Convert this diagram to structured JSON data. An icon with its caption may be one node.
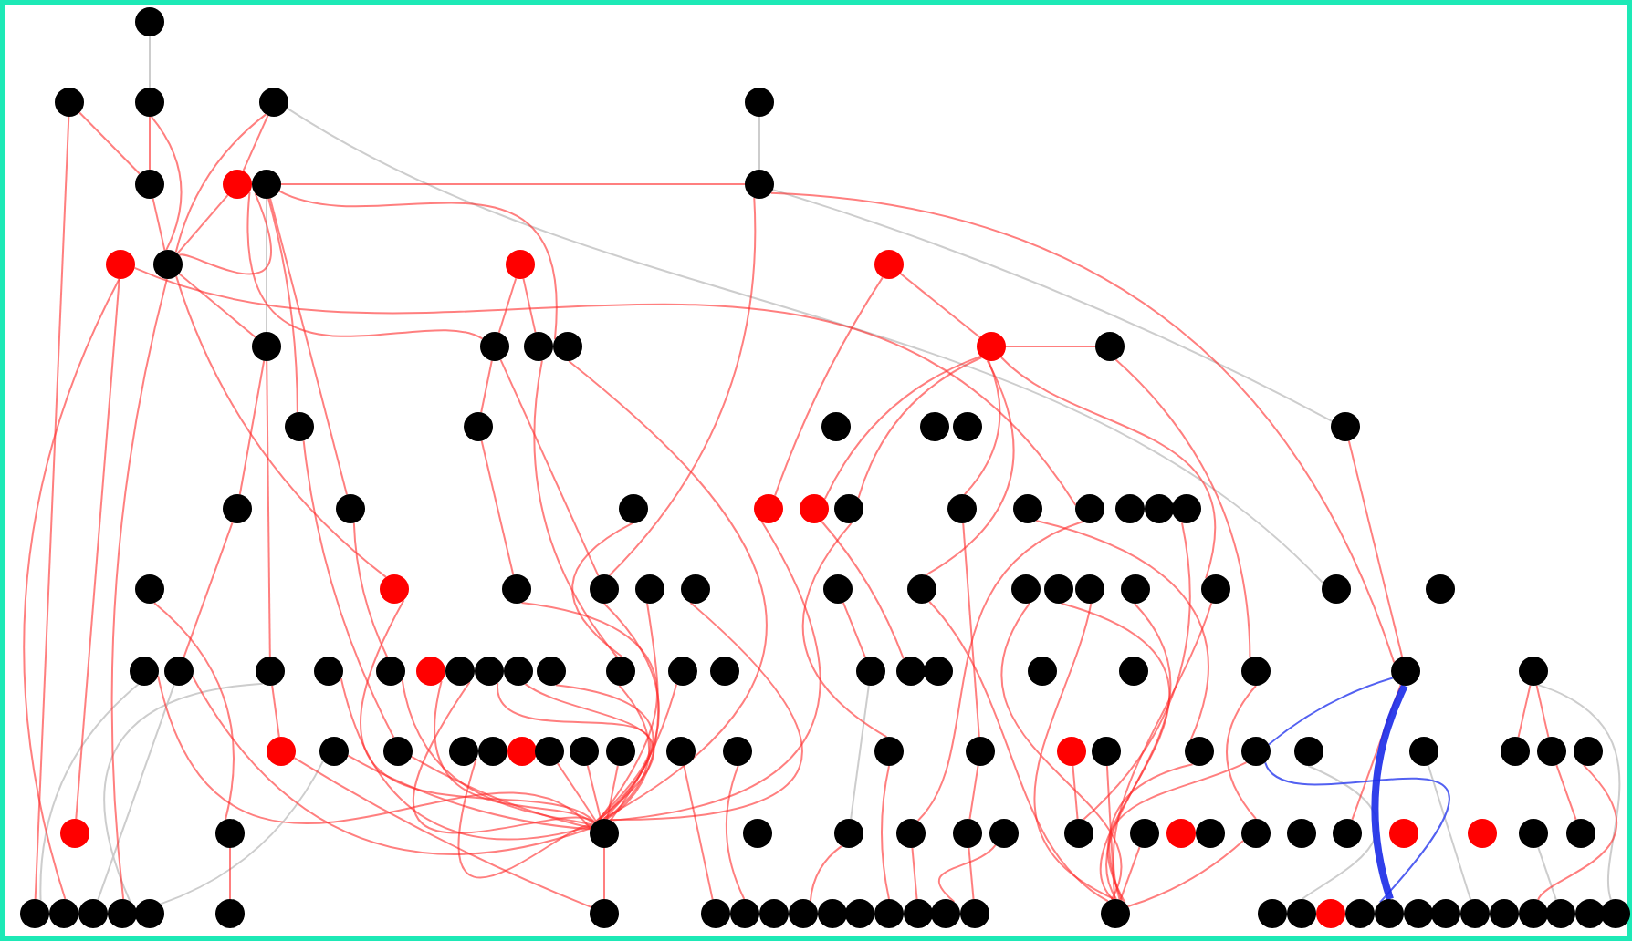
{
  "diagram": {
    "nodes": [
      {
        "text": [],
        "shape": "circle"
      },
      {
        "text": [],
        "shape": "circle"
      },
      {
        "text": [],
        "shape": "circle"
      },
      {
        "text": [],
        "shape": "circle"
      },
      {
        "text": [],
        "shape": "circle"
      },
      {
        "text": [],
        "shape": "circle"
      },
      {
        "text": [],
        "shape": "circle"
      },
      {
        "text": [],
        "shape": "circle"
      },
      {
        "text": [],
        "shape": "circle"
      },
      {
        "text": [],
        "shape": "circle"
      },
      {
        "text": [],
        "shape": "circle"
      },
      {
        "text": [],
        "shape": "circle"
      },
      {
        "text": [],
        "shape": "circle"
      },
      {
        "text": [],
        "shape": "circle"
      },
      {
        "text": [],
        "shape": "circle"
      },
      {
        "text": [],
        "shape": "circle"
      },
      {
        "text": [],
        "shape": "circle"
      },
      {
        "text": [],
        "shape": "circle"
      },
      {
        "text": [],
        "shape": "circle"
      },
      {
        "text": [],
        "shape": "circle"
      },
      {
        "text": [],
        "shape": "circle"
      },
      {
        "text": [],
        "shape": "circle"
      },
      {
        "text": [],
        "shape": "circle"
      },
      {
        "text": [],
        "shape": "circle"
      },
      {
        "text": [],
        "shape": "circle"
      },
      {
        "text": [],
        "shape": "circle"
      },
      {
        "text": [],
        "shape": "circle"
      },
      {
        "text": [],
        "shape": "circle"
      },
      {
        "text": [],
        "shape": "circle"
      },
      {
        "text": [],
        "shape": "circle"
      },
      {
        "text": [],
        "shape": "circle"
      },
      {
        "text": [],
        "shape": "circle"
      },
      {
        "text": [],
        "shape": "circle"
      },
      {
        "text": [],
        "shape": "circle"
      },
      {
        "text": [],
        "shape": "circle"
      },
      {
        "text": [],
        "shape": "circle"
      },
      {
        "text": [],
        "shape": "circle"
      },
      {
        "text": [],
        "shape": "circle"
      },
      {
        "text": [],
        "shape": "circle"
      },
      {
        "text": [],
        "shape": "circle"
      },
      {
        "text": [],
        "shape": "circle"
      },
      {
        "text": [],
        "shape": "circle"
      },
      {
        "text": [],
        "shape": "circle"
      },
      {
        "text": [],
        "shape": "circle"
      },
      {
        "text": [],
        "shape": "circle"
      },
      {
        "text": [],
        "shape": "circle"
      },
      {
        "text": [],
        "shape": "circle"
      },
      {
        "text": [],
        "shape": "circle"
      },
      {
        "text": [],
        "shape": "circle"
      },
      {
        "text": [],
        "shape": "circle"
      },
      {
        "text": [],
        "shape": "circle"
      },
      {
        "text": [],
        "shape": "circle"
      },
      {
        "text": [],
        "shape": "circle"
      },
      {
        "text": [],
        "shape": "circle"
      },
      {
        "text": [],
        "shape": "circle"
      },
      {
        "text": [],
        "shape": "circle"
      },
      {
        "text": [],
        "shape": "circle"
      },
      {
        "text": [],
        "shape": "circle"
      },
      {
        "text": [],
        "shape": "circle"
      },
      {
        "text": [],
        "shape": "circle"
      },
      {
        "text": [],
        "shape": "circle"
      },
      {
        "text": [],
        "shape": "circle"
      },
      {
        "text": [],
        "shape": "circle"
      },
      {
        "text": [],
        "shape": "circle"
      },
      {
        "text": [],
        "shape": "circle"
      },
      {
        "text": [],
        "shape": "circle"
      },
      {
        "text": [],
        "shape": "circle"
      },
      {
        "text": [],
        "shape": "circle"
      },
      {
        "text": [],
        "shape": "circle"
      },
      {
        "text": [],
        "shape": "circle"
      },
      {
        "text": [],
        "shape": "circle"
      },
      {
        "text": [],
        "shape": "circle"
      },
      {
        "text": [],
        "shape": "circle"
      },
      {
        "text": [],
        "shape": "circle"
      },
      {
        "text": [],
        "shape": "circle"
      },
      {
        "text": [],
        "shape": "circle"
      },
      {
        "text": [],
        "shape": "circle"
      },
      {
        "text": [],
        "shape": "circle"
      },
      {
        "text": [],
        "shape": "circle"
      },
      {
        "text": [],
        "shape": "circle"
      },
      {
        "text": [],
        "shape": "circle"
      },
      {
        "text": [],
        "shape": "circle"
      },
      {
        "text": [],
        "shape": "circle"
      },
      {
        "text": [],
        "shape": "circle"
      },
      {
        "text": [],
        "shape": "circle"
      },
      {
        "text": [],
        "shape": "circle"
      },
      {
        "text": [],
        "shape": "circle"
      },
      {
        "text": [],
        "shape": "circle"
      },
      {
        "text": [],
        "shape": "circle"
      },
      {
        "text": [],
        "shape": "circle"
      },
      {
        "text": [],
        "shape": "circle"
      },
      {
        "text": [],
        "shape": "circle"
      },
      {
        "text": [],
        "shape": "circle"
      },
      {
        "text": [],
        "shape": "circle"
      },
      {
        "text": [],
        "shape": "circle"
      },
      {
        "text": [],
        "shape": "circle"
      },
      {
        "text": [],
        "shape": "circle"
      },
      {
        "text": [],
        "shape": "circle"
      },
      {
        "text": [],
        "shape": "circle"
      },
      {
        "text": [],
        "shape": "circle"
      },
      {
        "text": [],
        "shape": "circle"
      },
      {
        "text": [],
        "shape": "circle"
      },
      {
        "text": [],
        "shape": "circle"
      },
      {
        "text": [],
        "shape": "circle"
      },
      {
        "text": [],
        "shape": "circle"
      },
      {
        "text": [],
        "shape": "circle"
      },
      {
        "text": [],
        "shape": "circle"
      },
      {
        "text": [],
        "shape": "circle"
      },
      {
        "text": [],
        "shape": "circle"
      },
      {
        "text": [],
        "shape": "circle"
      },
      {
        "text": [],
        "shape": "circle"
      },
      {
        "text": [],
        "shape": "circle"
      },
      {
        "text": [],
        "shape": "circle"
      },
      {
        "text": [],
        "shape": "circle"
      },
      {
        "text": [],
        "shape": "circle"
      },
      {
        "text": [],
        "shape": "circle"
      },
      {
        "text": [],
        "shape": "circle"
      },
      {
        "text": [],
        "shape": "circle"
      },
      {
        "text": [],
        "shape": "circle"
      },
      {
        "text": [],
        "shape": "circle"
      },
      {
        "text": [],
        "shape": "circle"
      },
      {
        "text": [],
        "shape": "circle"
      },
      {
        "text": [],
        "shape": "circle"
      },
      {
        "text": [],
        "shape": "circle"
      },
      {
        "text": [],
        "shape": "circle"
      },
      {
        "text": [],
        "shape": "circle"
      },
      {
        "text": [],
        "shape": "circle"
      },
      {
        "text": [],
        "shape": "circle"
      },
      {
        "text": [],
        "shape": "circle"
      },
      {
        "text": [],
        "shape": "circle"
      },
      {
        "text": [],
        "shape": "circle"
      },
      {
        "text": [],
        "shape": "circle"
      },
      {
        "text": [],
        "shape": "circle"
      },
      {
        "text": [],
        "shape": "circle"
      },
      {
        "text": [],
        "shape": "circle"
      },
      {
        "text": [],
        "shape": "circle"
      },
      {
        "text": [],
        "shape": "circle"
      },
      {
        "text": [],
        "shape": "circle"
      },
      {
        "text": [],
        "shape": "circle"
      },
      {
        "text": [],
        "shape": "circle"
      },
      {
        "text": [],
        "shape": "circle"
      },
      {
        "text": [],
        "shape": "circle"
      },
      {
        "text": [],
        "shape": "circle"
      },
      {
        "text": [],
        "shape": "circle"
      },
      {
        "text": [],
        "shape": "circle"
      }
    ],
    "edges": [
      {
        "from": 0,
        "to": 2,
        "arrow": "none",
        "color": "#c8c8c8"
      },
      {
        "from": 4,
        "to": 8,
        "arrow": "none",
        "color": "#c8c8c8"
      },
      {
        "from": 3,
        "to": 50,
        "arrow": "none",
        "color": "#c8c8c8"
      },
      {
        "from": 8,
        "to": 24,
        "arrow": "none",
        "color": "#c8c8c8"
      },
      {
        "from": 52,
        "to": 114,
        "arrow": "none",
        "color": "#c8c8c8"
      },
      {
        "from": 53,
        "to": 116,
        "arrow": "none",
        "color": "#c8c8c8"
      },
      {
        "from": 54,
        "to": 117,
        "arrow": "none",
        "color": "#c8c8c8"
      },
      {
        "from": 74,
        "to": 118,
        "arrow": "none",
        "color": "#c8c8c8"
      },
      {
        "from": 72,
        "to": 144,
        "arrow": "none",
        "color": "#c8c8c8"
      },
      {
        "from": 91,
        "to": 139,
        "arrow": "none",
        "color": "#c8c8c8"
      },
      {
        "from": 112,
        "to": 142,
        "arrow": "none",
        "color": "#c8c8c8"
      },
      {
        "from": 7,
        "to": 13,
        "arrow": "none",
        "color": "#c8c8c8"
      },
      {
        "from": 65,
        "to": 99,
        "arrow": "none",
        "color": "#c8c8c8"
      },
      {
        "from": 90,
        "to": 133,
        "arrow": "none",
        "color": "#c8c8c8"
      },
      {
        "from": 1,
        "to": 5,
        "arrow": "none"
      },
      {
        "from": 1,
        "to": 114,
        "arrow": "none"
      },
      {
        "from": 2,
        "to": 5,
        "arrow": "none"
      },
      {
        "from": 2,
        "to": 10,
        "arrow": "none"
      },
      {
        "from": 3,
        "to": 6,
        "arrow": "none"
      },
      {
        "from": 3,
        "to": 10,
        "arrow": "none"
      },
      {
        "from": 5,
        "to": 10,
        "arrow": "none"
      },
      {
        "from": 6,
        "to": 10,
        "arrow": "none"
      },
      {
        "from": 7,
        "to": 10,
        "arrow": "none"
      },
      {
        "from": 7,
        "to": 8,
        "arrow": "none"
      },
      {
        "from": 7,
        "to": 26,
        "arrow": "none"
      },
      {
        "from": 7,
        "to": 19,
        "arrow": "none"
      },
      {
        "from": 8,
        "to": 71,
        "arrow": "none"
      },
      {
        "from": 8,
        "to": 40,
        "arrow": "none"
      },
      {
        "from": 9,
        "to": 95,
        "arrow": "none"
      },
      {
        "from": 9,
        "to": 115,
        "arrow": "none"
      },
      {
        "from": 9,
        "to": 33,
        "arrow": "none"
      },
      {
        "from": 10,
        "to": 13,
        "arrow": "none"
      },
      {
        "from": 10,
        "to": 117,
        "arrow": "none"
      },
      {
        "from": 10,
        "to": 38,
        "arrow": "none"
      },
      {
        "from": 11,
        "to": 14,
        "arrow": "none"
      },
      {
        "from": 11,
        "to": 15,
        "arrow": "none"
      },
      {
        "from": 12,
        "to": 17,
        "arrow": "none"
      },
      {
        "from": 12,
        "to": 28,
        "arrow": "none"
      },
      {
        "from": 17,
        "to": 18,
        "arrow": "none"
      },
      {
        "from": 17,
        "to": 29,
        "arrow": "none"
      },
      {
        "from": 17,
        "to": 30,
        "arrow": "none"
      },
      {
        "from": 17,
        "to": 31,
        "arrow": "none"
      },
      {
        "from": 17,
        "to": 44,
        "arrow": "none"
      },
      {
        "from": 17,
        "to": 49,
        "arrow": "none"
      },
      {
        "from": 13,
        "to": 25,
        "arrow": "none"
      },
      {
        "from": 13,
        "to": 54,
        "arrow": "none"
      },
      {
        "from": 14,
        "to": 20,
        "arrow": "none"
      },
      {
        "from": 14,
        "to": 40,
        "arrow": "none"
      },
      {
        "from": 15,
        "to": 62,
        "arrow": "none"
      },
      {
        "from": 16,
        "to": 97,
        "arrow": "none"
      },
      {
        "from": 20,
        "to": 39,
        "arrow": "none"
      },
      {
        "from": 19,
        "to": 75,
        "arrow": "none"
      },
      {
        "from": 25,
        "to": 53,
        "arrow": "none"
      },
      {
        "from": 26,
        "to": 56,
        "arrow": "none"
      },
      {
        "from": 27,
        "to": 62,
        "arrow": "none"
      },
      {
        "from": 28,
        "to": 97,
        "arrow": "none"
      },
      {
        "from": 29,
        "to": 66,
        "arrow": "none"
      },
      {
        "from": 30,
        "to": 84,
        "arrow": "none"
      },
      {
        "from": 31,
        "to": 85,
        "arrow": "none"
      },
      {
        "from": 32,
        "to": 88,
        "arrow": "none"
      },
      {
        "from": 33,
        "to": 100,
        "arrow": "none"
      },
      {
        "from": 36,
        "to": 103,
        "arrow": "none"
      },
      {
        "from": 38,
        "to": 97,
        "arrow": "none"
      },
      {
        "from": 39,
        "to": 97,
        "arrow": "none"
      },
      {
        "from": 40,
        "to": 97,
        "arrow": "none"
      },
      {
        "from": 41,
        "to": 97,
        "arrow": "none"
      },
      {
        "from": 42,
        "to": 97,
        "arrow": "none"
      },
      {
        "from": 43,
        "to": 65,
        "arrow": "none"
      },
      {
        "from": 44,
        "to": 131,
        "arrow": "none"
      },
      {
        "from": 45,
        "to": 131,
        "arrow": "none"
      },
      {
        "from": 46,
        "to": 131,
        "arrow": "none"
      },
      {
        "from": 47,
        "to": 131,
        "arrow": "none"
      },
      {
        "from": 48,
        "to": 131,
        "arrow": "none"
      },
      {
        "from": 49,
        "to": 131,
        "arrow": "none"
      },
      {
        "from": 52,
        "to": 97,
        "arrow": "none"
      },
      {
        "from": 53,
        "to": 97,
        "arrow": "none"
      },
      {
        "from": 54,
        "to": 73,
        "arrow": "none"
      },
      {
        "from": 55,
        "to": 97,
        "arrow": "none"
      },
      {
        "from": 56,
        "to": 97,
        "arrow": "none"
      },
      {
        "from": 57,
        "to": 97,
        "arrow": "none"
      },
      {
        "from": 58,
        "to": 97,
        "arrow": "none"
      },
      {
        "from": 59,
        "to": 97,
        "arrow": "none"
      },
      {
        "from": 60,
        "to": 97,
        "arrow": "none"
      },
      {
        "from": 61,
        "to": 97,
        "arrow": "none"
      },
      {
        "from": 62,
        "to": 97,
        "arrow": "none"
      },
      {
        "from": 63,
        "to": 97,
        "arrow": "none"
      },
      {
        "from": 73,
        "to": 120,
        "arrow": "none"
      },
      {
        "from": 74,
        "to": 97,
        "arrow": "none"
      },
      {
        "from": 75,
        "to": 97,
        "arrow": "none"
      },
      {
        "from": 76,
        "to": 97,
        "arrow": "none"
      },
      {
        "from": 79,
        "to": 97,
        "arrow": "none"
      },
      {
        "from": 80,
        "to": 97,
        "arrow": "none"
      },
      {
        "from": 81,
        "to": 97,
        "arrow": "none"
      },
      {
        "from": 96,
        "to": 119,
        "arrow": "none"
      },
      {
        "from": 97,
        "to": 120,
        "arrow": "none"
      },
      {
        "from": 37,
        "to": 96,
        "arrow": "none"
      },
      {
        "from": 82,
        "to": 121,
        "arrow": "none"
      },
      {
        "from": 83,
        "to": 122,
        "arrow": "none"
      },
      {
        "from": 84,
        "to": 127,
        "arrow": "none"
      },
      {
        "from": 85,
        "to": 101,
        "arrow": "none"
      },
      {
        "from": 86,
        "to": 103,
        "arrow": "none"
      },
      {
        "from": 87,
        "to": 131,
        "arrow": "none"
      },
      {
        "from": 88,
        "to": 131,
        "arrow": "none"
      },
      {
        "from": 89,
        "to": 131,
        "arrow": "none"
      },
      {
        "from": 99,
        "to": 124,
        "arrow": "none"
      },
      {
        "from": 100,
        "to": 128,
        "arrow": "none"
      },
      {
        "from": 101,
        "to": 130,
        "arrow": "none"
      },
      {
        "from": 102,
        "to": 129,
        "arrow": "none"
      },
      {
        "from": 104,
        "to": 131,
        "arrow": "none"
      },
      {
        "from": 107,
        "to": 131,
        "arrow": "none"
      },
      {
        "from": 70,
        "to": 107,
        "arrow": "none"
      },
      {
        "from": 71,
        "to": 109,
        "arrow": "none"
      },
      {
        "from": 72,
        "to": 93,
        "arrow": "none"
      },
      {
        "from": 72,
        "to": 92,
        "arrow": "none"
      },
      {
        "from": 93,
        "to": 113,
        "arrow": "none"
      },
      {
        "from": 94,
        "to": 141,
        "arrow": "none"
      },
      {
        "from": 24,
        "to": 71,
        "arrow": "none"
      },
      {
        "from": 18,
        "to": 70,
        "arrow": "none"
      },
      {
        "from": 6,
        "to": 14,
        "arrow": "none"
      },
      {
        "from": 7,
        "to": 16,
        "arrow": "none"
      },
      {
        "from": 71,
        "to": 89,
        "arrow": "none",
        "color": "#4050f0"
      },
      {
        "from": 89,
        "to": 136,
        "arrow": "none",
        "color": "#4050f0"
      },
      {
        "from": 71,
        "to": 136,
        "arrow": "none",
        "style": "thick",
        "color": "#1a2ae8"
      }
    ]
  }
}
